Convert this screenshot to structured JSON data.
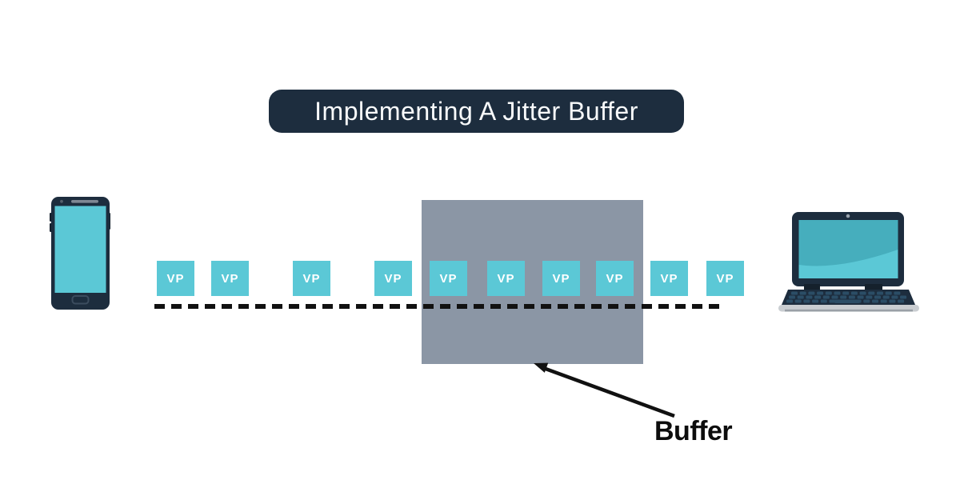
{
  "title": {
    "text": "Implementing A Jitter Buffer"
  },
  "buffer": {
    "label": "Buffer"
  },
  "packets": {
    "label": "VP",
    "count": 10,
    "positions_x": [
      196,
      264,
      366,
      468,
      537,
      609,
      678,
      745,
      813,
      883
    ],
    "inside_buffer_indices": [
      4,
      5,
      6,
      7
    ]
  },
  "devices": {
    "sender": "smartphone",
    "receiver": "laptop"
  },
  "colors": {
    "navy": "#1d2d3e",
    "teal": "#5bc8d6",
    "teal_dark": "#46aebd",
    "buffer_gray": "#8b96a5",
    "line_black": "#111111",
    "text_light": "#f8fafb",
    "key_blue": "#2b4d66",
    "base_gray": "#c9cdd1"
  }
}
